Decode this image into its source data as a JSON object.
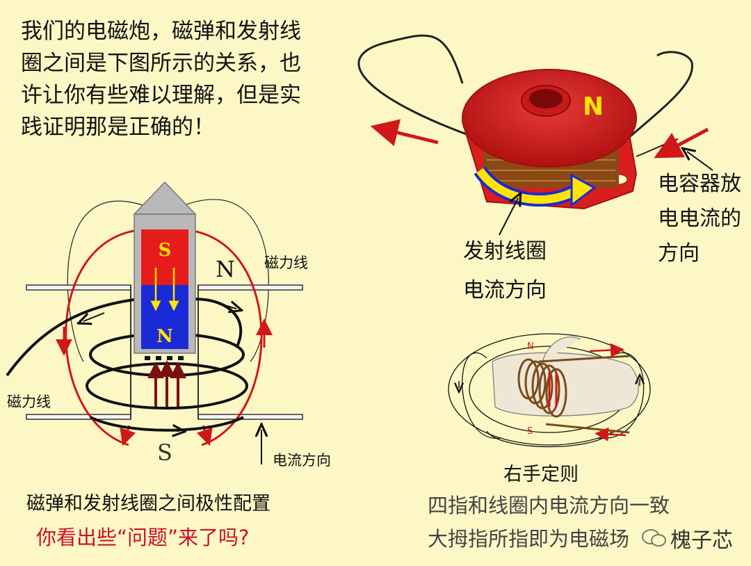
{
  "intro": {
    "lines": [
      "我们的电磁炮，磁弹和发射线",
      "圈之间是下图所示的关系，也",
      "许让你有些难以理解，但是实",
      "践证明那是正确的！"
    ]
  },
  "left_diagram": {
    "magnet_s": "S",
    "magnet_n": "N",
    "top_n": "N",
    "bottom_s": "S",
    "field_label_right": "磁力线",
    "field_label_left": "磁力线",
    "current_label": "电流方向",
    "caption": "磁弹和发射线圈之间极性配置",
    "question": "你看出些“问题”来了吗?"
  },
  "coil_photo": {
    "n_mark": "N",
    "cap_label_lines": [
      "电容器放",
      "电电流的",
      "方向"
    ],
    "coil_current_lines": [
      "发射线圈",
      "电流方向"
    ]
  },
  "right_hand": {
    "title": "右手定则",
    "line1": "四指和线圈内电流方向一致",
    "line2": "大拇指所指即为电磁场",
    "hand_n": "N",
    "hand_s": "S"
  },
  "watermark": {
    "text": "槐子芯"
  },
  "colors": {
    "background": "#fdf7c6",
    "red": "#d01818",
    "blue": "#1a2ad6",
    "yellow": "#ffe600",
    "question": "#c8102e"
  }
}
